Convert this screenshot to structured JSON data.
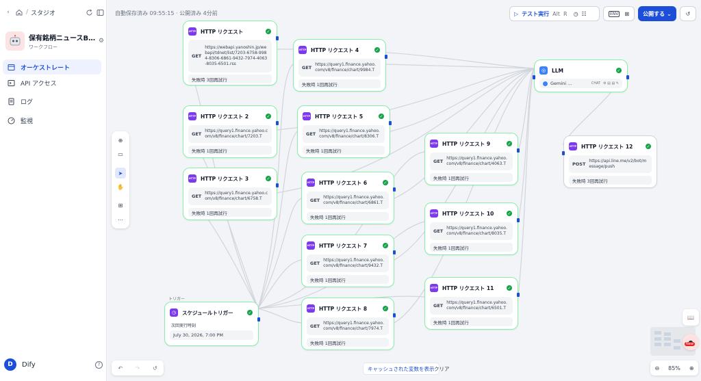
{
  "sidebar": {
    "breadcrumb": "スタジオ",
    "app_name": "保有銘柄ニュースB…",
    "app_type": "ワークフロー",
    "nav": [
      {
        "label": "オーケストレート"
      },
      {
        "label": "API アクセス"
      },
      {
        "label": "ログ"
      },
      {
        "label": "監視"
      }
    ],
    "user": {
      "initial": "D",
      "name": "Dify"
    }
  },
  "header": {
    "status": "自動保存済み 09:55:15 · 公開済み 4分前",
    "run_label": "テスト実行",
    "run_shortcut_alt": "Alt",
    "run_shortcut_key": "R",
    "publish_label": "公開する"
  },
  "nodes": {
    "h1": {
      "title": "HTTP リクエスト",
      "method": "GET",
      "url": "https://webapi.yanoshin.jp/webapi/tdnet/list/7203-6758-9984-8306-6861-9432-7974-4063-8035-6501.rss",
      "retry": "失敗時 3回再試行"
    },
    "h2": {
      "title": "HTTP リクエスト 2",
      "method": "GET",
      "url": "https://query1.finance.yahoo.com/v8/finance/chart/7203.T",
      "retry": "失敗時 1回再試行"
    },
    "h3": {
      "title": "HTTP リクエスト 3",
      "method": "GET",
      "url": "https://query1.finance.yahoo.com/v8/finance/chart/6758.T",
      "retry": "失敗時 1回再試行"
    },
    "h4": {
      "title": "HTTP リクエスト 4",
      "method": "GET",
      "url": "https://query1.finance.yahoo.com/v8/finance/chart/9984.T",
      "retry": "失敗時 1回再試行"
    },
    "h5": {
      "title": "HTTP リクエスト 5",
      "method": "GET",
      "url": "https://query1.finance.yahoo.com/v8/finance/chart/8306.T",
      "retry": "失敗時 1回再試行"
    },
    "h6": {
      "title": "HTTP リクエスト 6",
      "method": "GET",
      "url": "https://query1.finance.yahoo.com/v8/finance/chart/6861.T",
      "retry": "失敗時 1回再試行"
    },
    "h7": {
      "title": "HTTP リクエスト 7",
      "method": "GET",
      "url": "https://query1.finance.yahoo.com/v8/finance/chart/9432.T",
      "retry": "失敗時 1回再試行"
    },
    "h8": {
      "title": "HTTP リクエスト 8",
      "method": "GET",
      "url": "https://query1.finance.yahoo.com/v8/finance/chart/7974.T",
      "retry": "失敗時 1回再試行"
    },
    "h9": {
      "title": "HTTP リクエスト 9",
      "method": "GET",
      "url": "https://query1.finance.yahoo.com/v8/finance/chart/4063.T",
      "retry": "失敗時 1回再試行"
    },
    "h10": {
      "title": "HTTP リクエスト 10",
      "method": "GET",
      "url": "https://query1.finance.yahoo.com/v8/finance/chart/8035.T",
      "retry": "失敗時 1回再試行"
    },
    "h11": {
      "title": "HTTP リクエスト 11",
      "method": "GET",
      "url": "https://query1.finance.yahoo.com/v8/finance/chart/6501.T",
      "retry": "失敗時 1回再試行"
    },
    "h12": {
      "title": "HTTP リクエスト 12",
      "method": "POST",
      "url": "https://api.line.me/v2/bot/message/push",
      "retry": "失敗時 3回再試行"
    },
    "llm": {
      "title": "LLM",
      "model": "Gemini …",
      "mode": "CHAT"
    },
    "trigger": {
      "tag": "トリガー",
      "title": "スケジュールトリガー",
      "next_label": "次回実行時刻",
      "next_value": "July 30, 2026, 7:00 PM"
    }
  },
  "footer": {
    "cache_label": "キャッシュされた変数を表示",
    "clear_label": "クリア",
    "zoom": "85%",
    "new_badge": "New"
  }
}
